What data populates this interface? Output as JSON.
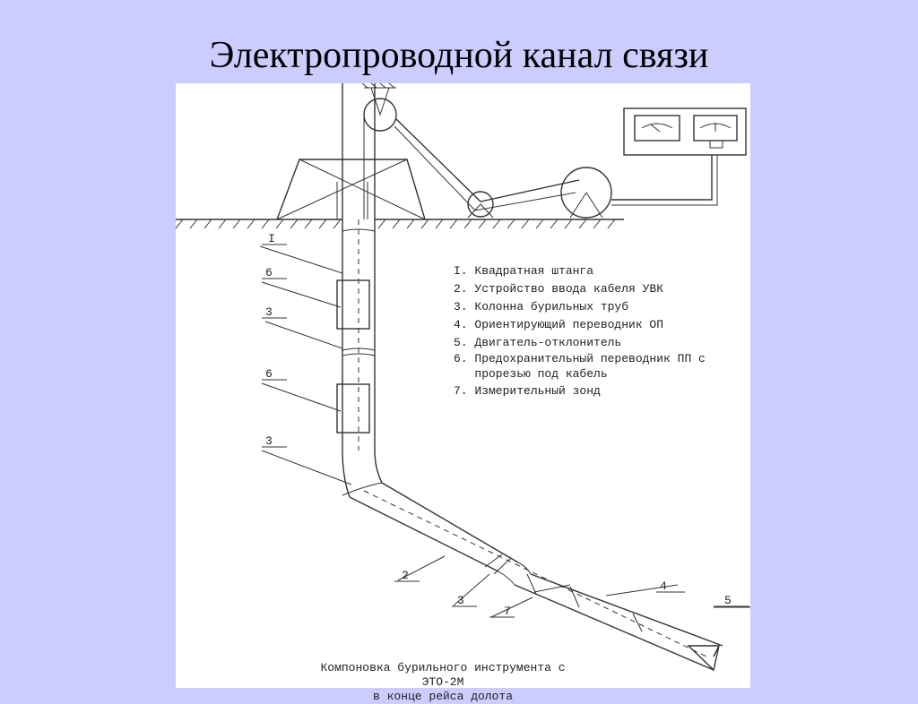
{
  "slide": {
    "title": "Электропроводной канал связи"
  },
  "legend": [
    "I. Квадратная штанга",
    "2. Устройство ввода кабеля УВК",
    "3. Колонна бурильных труб",
    "4. Ориентирующий переводник ОП",
    "5. Двигатель-отклонитель",
    "6. Предохранительный переводник ПП с",
    "   прорезью под кабель",
    "7. Измерительный зонд"
  ],
  "callouts": [
    "I",
    "6",
    "3",
    "6",
    "3",
    "2",
    "3",
    "7",
    "4",
    "5"
  ],
  "caption": {
    "line1": "Компоновка бурильного инструмента с ЭТО-2М",
    "line2": "в конце рейса долота"
  }
}
